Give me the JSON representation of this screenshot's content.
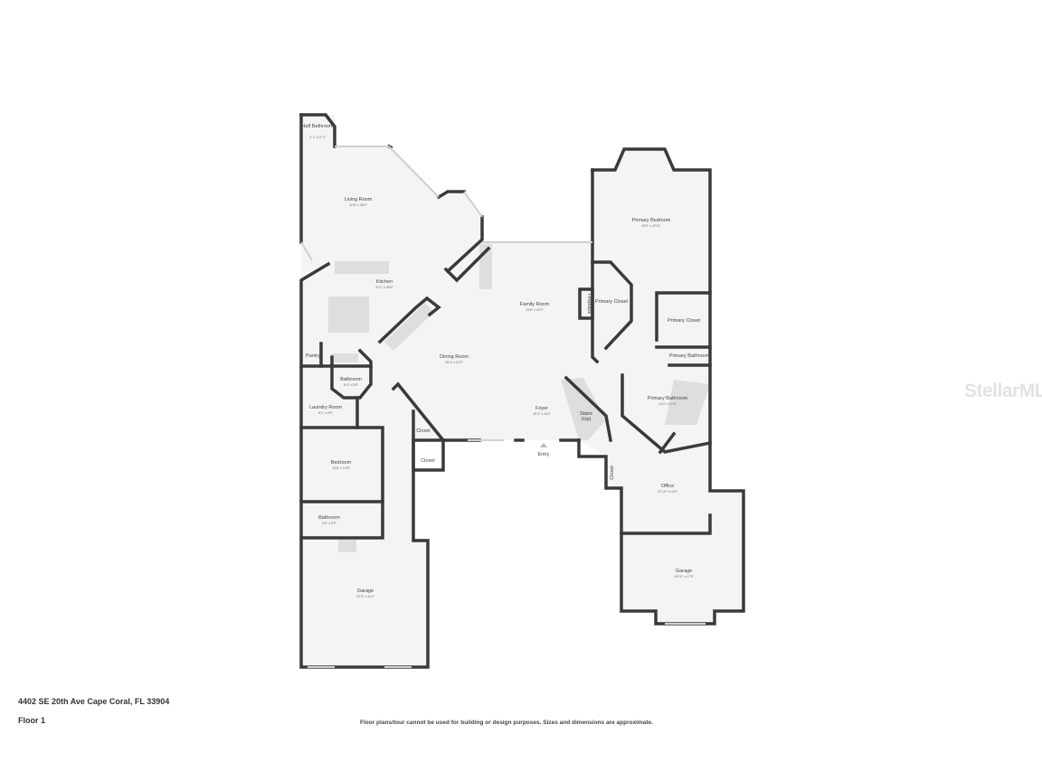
{
  "address": "4402 SE 20th Ave Cape Coral, FL 33904",
  "floor_label": "Floor 1",
  "disclaimer": "Floor plans/tour cannot be used for building or design purposes. Sizes and dimensions are approximate.",
  "watermark": "StellarMLS",
  "rooms": {
    "half_bathroom": {
      "name": "Half Bathroom",
      "dim": "4' 1\" x 5' 2\""
    },
    "living_room": {
      "name": "Living Room",
      "dim": "22'6\" x 28'9\""
    },
    "kitchen": {
      "name": "Kitchen",
      "dim": "31'1\" x 28'4\""
    },
    "pantry": {
      "name": "Pantry"
    },
    "bathroom1": {
      "name": "Bathroom",
      "dim": "6'4\" x 5'6\""
    },
    "laundry_room": {
      "name": "Laundry Room",
      "dim": "9'1\" x 9'9\""
    },
    "dining_room": {
      "name": "Dining Room",
      "dim": "25'4\" x 23'3\""
    },
    "family_room": {
      "name": "Family Room",
      "dim": "23'6\" x 22'0\""
    },
    "fireplace": {
      "name": "Fireplace"
    },
    "foyer": {
      "name": "Foyer",
      "dim": "10'2\" x 16'0\""
    },
    "stairs": {
      "name": "Stairs",
      "note": "(Up)"
    },
    "entry": {
      "name": "Entry"
    },
    "closet1": {
      "name": "Closet"
    },
    "closet2": {
      "name": "Closet"
    },
    "closet3": {
      "name": "Closet"
    },
    "bedroom": {
      "name": "Bedroom",
      "dim": "13'8\" x 12'8\""
    },
    "bathroom2": {
      "name": "Bathroom",
      "dim": "9'6\" x 5'2\""
    },
    "garage1": {
      "name": "Garage",
      "dim": "21'9\" x 31'0\""
    },
    "primary_bedroom": {
      "name": "Primary Bedroom",
      "dim": "19'3\" x 22'11\""
    },
    "primary_closet1": {
      "name": "Primary Closet"
    },
    "primary_closet2": {
      "name": "Primary Closet"
    },
    "primary_bathroom_small": {
      "name": "Primary Bathroom"
    },
    "primary_bathroom": {
      "name": "Primary Bathroom",
      "dim": "14'4\" x 17'4\""
    },
    "office": {
      "name": "Office",
      "dim": "21'10\" x 14'0\""
    },
    "garage2": {
      "name": "Garage",
      "dim": "19'10\" x 17'5\""
    }
  }
}
